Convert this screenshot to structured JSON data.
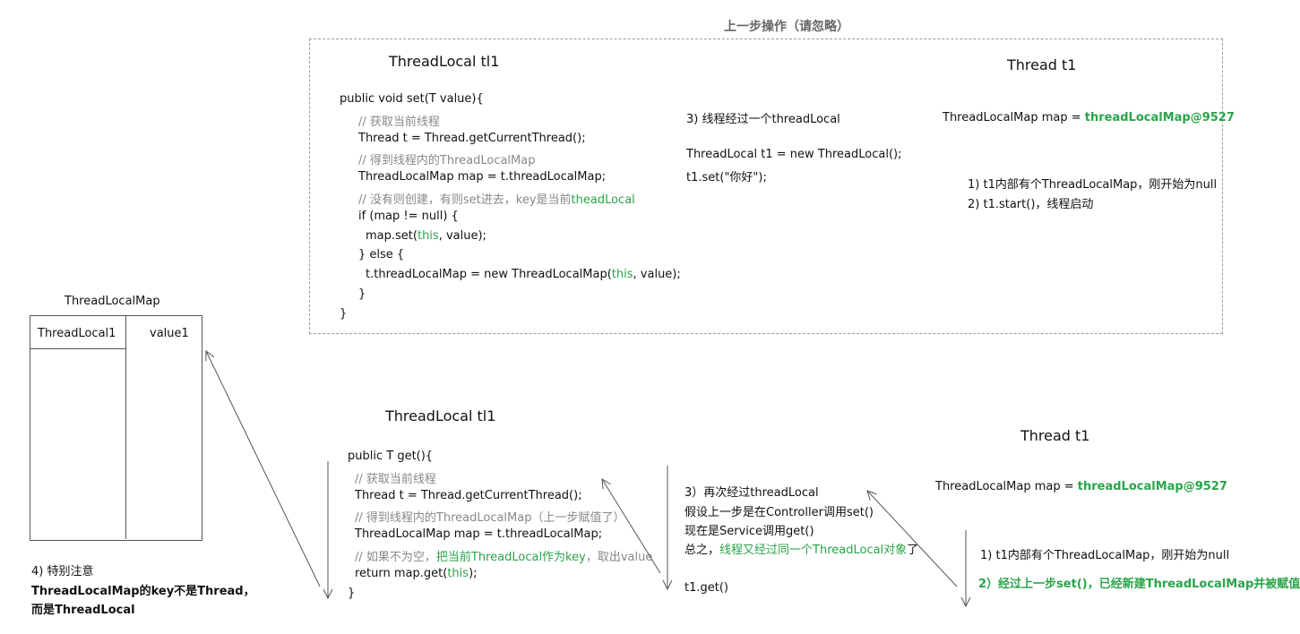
{
  "prev_section_label": "上一步操作（请忽略）",
  "top": {
    "tl_title": "ThreadLocal tl1",
    "code": [
      {
        "text": "public void set(T value){"
      },
      {
        "text": "// 获取当前线程",
        "style": "gray"
      },
      {
        "text": "Thread t = Thread.getCurrentThread();"
      },
      {
        "text": "// 得到线程内的ThreadLocalMap",
        "style": "gray"
      },
      {
        "text": "ThreadLocalMap map = t.threadLocalMap;"
      },
      {
        "prefix": "// 没有则创建，有则set进去，key是当前",
        "suffix": "theadLocal",
        "style": "gray-green"
      },
      {
        "text": "if (map != null) {"
      },
      {
        "prefix": "map.set(",
        "mid": "this",
        "suffix": ", value);",
        "style": "this"
      },
      {
        "text": "} else {"
      },
      {
        "prefix": "t.threadLocalMap = new ThreadLocalMap(",
        "mid": "this",
        "suffix": ", value);",
        "style": "this"
      },
      {
        "text": "}"
      },
      {
        "text": "}"
      }
    ],
    "step3": "3) 线程经过一个threadLocal",
    "step3_code1": "ThreadLocal t1 = new ThreadLocal();",
    "step3_code2": "t1.set(\"你好\");",
    "thread_title": "Thread t1",
    "map_label": "ThreadLocalMap map = ",
    "map_value": "threadLocalMap@9527",
    "note1": "1) t1内部有个ThreadLocalMap，刚开始为null",
    "note2": "2) t1.start()，线程启动"
  },
  "map_table": {
    "title": "ThreadLocalMap",
    "key": "ThreadLocal1",
    "value": "value1"
  },
  "bottom": {
    "tl_title": "ThreadLocal tl1",
    "code": [
      {
        "text": "public T get(){"
      },
      {
        "text": "// 获取当前线程",
        "style": "gray"
      },
      {
        "text": "Thread t = Thread.getCurrentThread();"
      },
      {
        "text": "// 得到线程内的ThreadLocalMap（上一步赋值了）",
        "style": "gray"
      },
      {
        "text": "ThreadLocalMap map = t.threadLocalMap;"
      },
      {
        "prefix": "// 如果不为空，",
        "mid": "把当前ThreadLocal作为key",
        "suffix": "，取出value",
        "style": "gray-green-gray"
      },
      {
        "prefix": "return map.get(",
        "mid": "this",
        "suffix": ");",
        "style": "this"
      },
      {
        "text": "}"
      }
    ],
    "step3_line1": "3）再次经过threadLocal",
    "step3_line2": "假设上一步是在Controller调用set()",
    "step3_line3": "现在是Service调用get()",
    "step3_line4_prefix": "总之，",
    "step3_line4_green": "线程又经过同一个ThreadLocal对象",
    "step3_line4_suffix": "了",
    "step3_code": "t1.get()",
    "thread_title": "Thread t1",
    "map_label": "ThreadLocalMap map = ",
    "map_value": "threadLocalMap@9527",
    "note1": "1) t1内部有个ThreadLocalMap，刚开始为null",
    "note2": "2）经过上一步set()，已经新建ThreadLocalMap并被赋值"
  },
  "special_note": {
    "line1": "4) 特别注意",
    "line2": "ThreadLocalMap的key不是Thread，",
    "line3": "而是ThreadLocal"
  },
  "colors": {
    "green": "#2aa44a",
    "gray": "#888888",
    "border": "#555555",
    "dashed": "#9a9a9a"
  }
}
